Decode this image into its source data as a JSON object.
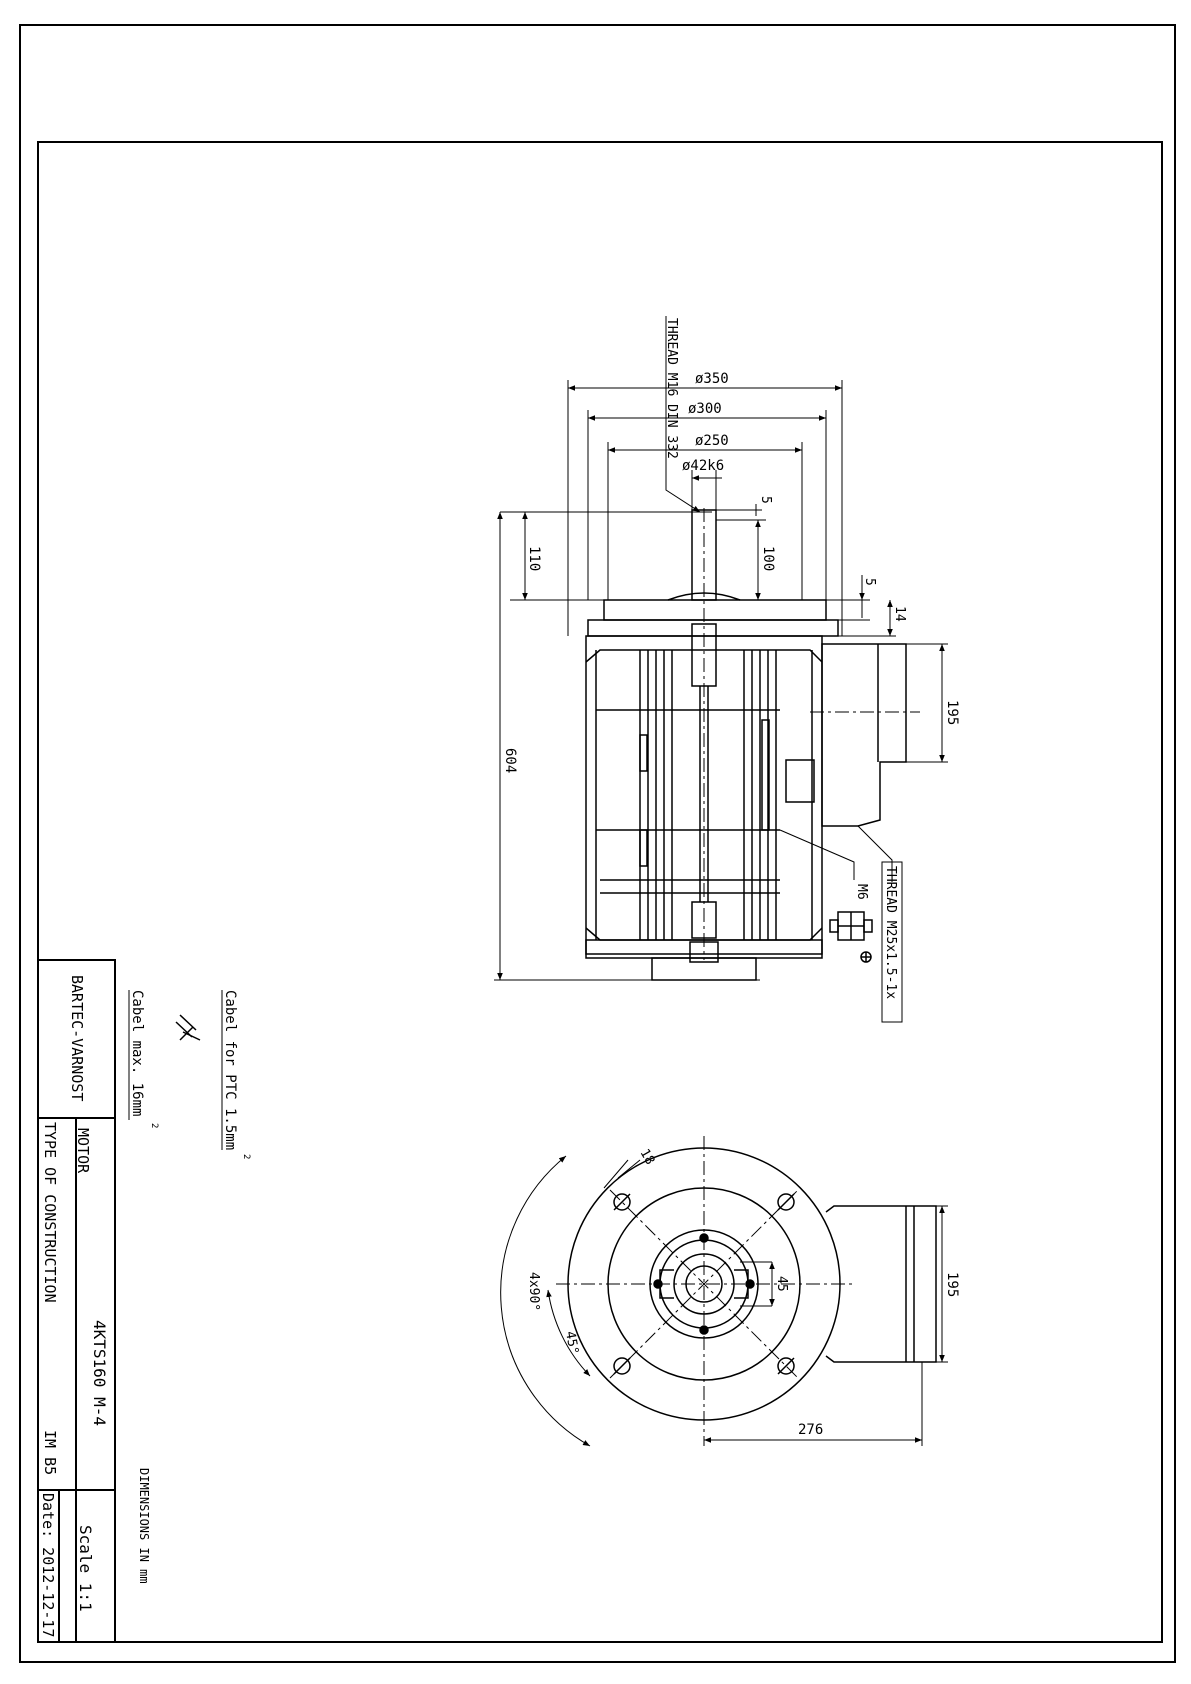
{
  "title_block": {
    "company": "BARTEC-VARNOST",
    "product_label": "MOTOR",
    "model": "4KTS160 M-4",
    "construction_label": "TYPE OF CONSTRUCTION",
    "construction": "IM B5",
    "scale": "Scale 1:1",
    "date": "Date: 2012-12-17"
  },
  "notes": {
    "cable_ptc": "Cabel for PTC 1.5mm",
    "cable_max": "Cabel max. 16mm",
    "squared": "2",
    "dimensions": "DIMENSIONS IN mm"
  },
  "side_view": {
    "d350": "ø350",
    "d300": "ø300",
    "d250": "ø250",
    "d42": "ø42k6",
    "thread_shaft": "THREAD M16 DIN 332",
    "dim_5_top": "5",
    "dim_110": "110",
    "dim_100": "100",
    "dim_5_flange": "5",
    "dim_14": "14",
    "dim_604": "604",
    "dim_195": "195",
    "ground_m6": "M6",
    "thread_box": "THREAD M25x1.5-1x"
  },
  "front_view": {
    "dim_18": "18",
    "dim_45": "45",
    "dim_4x90": "4x90°",
    "dim_45deg": "45°",
    "dim_195": "195",
    "dim_276": "276"
  }
}
